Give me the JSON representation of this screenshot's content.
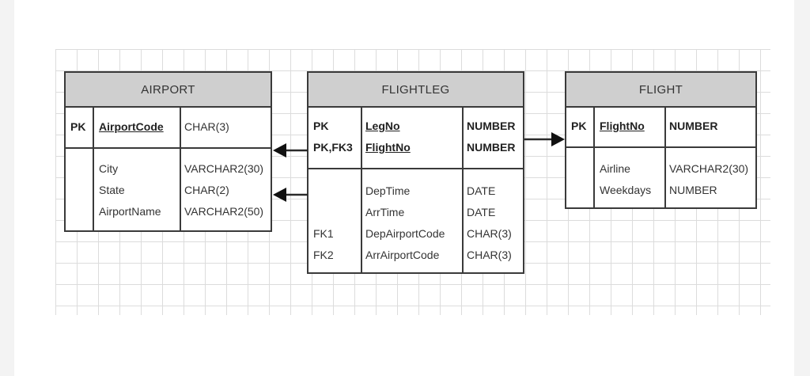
{
  "airport": {
    "title": "AIRPORT",
    "pk": {
      "key": "PK",
      "name": "AirportCode",
      "type": "CHAR(3)"
    },
    "attributes": [
      {
        "name": "City",
        "type": "VARCHAR2(30)"
      },
      {
        "name": "State",
        "type": "CHAR(2)"
      },
      {
        "name": "AirportName",
        "type": "VARCHAR2(50)"
      }
    ]
  },
  "flightleg": {
    "title": "FLIGHTLEG",
    "pk": [
      {
        "key": "PK",
        "name": "LegNo",
        "type": "NUMBER"
      },
      {
        "key": "PK,FK3",
        "name": "FlightNo",
        "type": "NUMBER"
      }
    ],
    "attributes": [
      {
        "key": "",
        "name": "DepTime",
        "type": "DATE"
      },
      {
        "key": "",
        "name": "ArrTime",
        "type": "DATE"
      },
      {
        "key": "FK1",
        "name": "DepAirportCode",
        "type": "CHAR(3)"
      },
      {
        "key": "FK2",
        "name": "ArrAirportCode",
        "type": "CHAR(3)"
      }
    ]
  },
  "flight": {
    "title": "FLIGHT",
    "pk": {
      "key": "PK",
      "name": "FlightNo",
      "type": "NUMBER"
    },
    "attributes": [
      {
        "name": "Airline",
        "type": "VARCHAR2(30)"
      },
      {
        "name": "Weekdays",
        "type": "NUMBER"
      }
    ]
  }
}
